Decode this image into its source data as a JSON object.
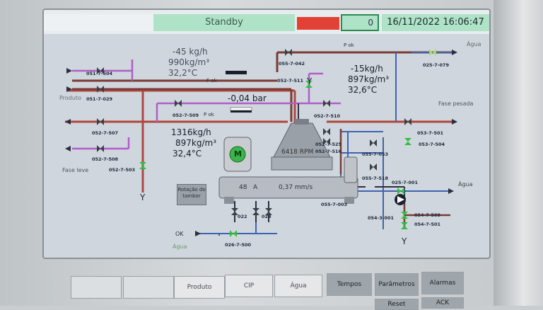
{
  "topbar": {
    "standby": "Standby",
    "alarm": "",
    "counter": "0",
    "datetime": "16/11/2022 16:06:47"
  },
  "readouts": {
    "feed_flow": "-45 kg/h",
    "feed_density": "990kg/m³",
    "feed_temp": "32,2°C",
    "pressure": "-0,04 bar",
    "light_flow": "1316kg/h",
    "light_density": "897kg/m³",
    "light_temp": "32,4°C",
    "heavy_flow": "-15kg/h",
    "heavy_density": "897kg/m³",
    "heavy_temp": "32,6°C",
    "speed": "6418 RPM",
    "motor_current_value": "48",
    "motor_current_unit": "A",
    "vibration": "0,37 mm/s"
  },
  "labels": {
    "produto": "Produto",
    "fase_pesada": "Fase pesada",
    "fase_leve": "Fase leve",
    "agua_top": "Água",
    "agua_right": "Água",
    "agua_bottom": "Água",
    "ok": "OK",
    "p_ok_1": "P ok",
    "p_ok_2": "P ok",
    "f_ok": "F ok",
    "motor": "M",
    "y": "Y"
  },
  "tags": {
    "v051_7_504": "051-7-504",
    "v051_7_029": "051-7-029",
    "v052_7_509": "052-7-509",
    "v052_7_507": "052-7-507",
    "v052_7_508": "052-7-508",
    "v052_7_503": "052-7-503",
    "v055_7_042": "055-7-042",
    "v052_7_511": "052-7-511",
    "v052_7_510": "052-7-510",
    "v025_7_079": "025-7-079",
    "v052_7_525": "052-7-525",
    "v052_7_516": "052-7-516",
    "v055_7_053": "055-7-053",
    "v055_7_518": "055-7-518",
    "v053_7_501": "053-7-501",
    "v053_7_504": "053-7-504",
    "v025_7_001": "025-7-001",
    "v055_7_003": "055-7-003",
    "v054_3_001": "054-3-001",
    "v054_7_509": "054-7-509",
    "v054_7_501": "054-7-501",
    "v026_7_500": "026-7-500",
    "t022": "022",
    "t024": "024"
  },
  "buttons": {
    "rotacao": "Rotação do tambor",
    "produto": "Produto",
    "cip": "CIP",
    "agua": "Água",
    "tempos": "Tempos",
    "parametros": "Parâmetros",
    "alarmas": "Alarmas",
    "reset": "Reset",
    "ack": "ACK"
  },
  "colors": {
    "product_line": "#b0473b",
    "heavy_line": "#8b3a2c",
    "light_line": "#b05ec8",
    "water_line": "#3e63b0",
    "valve_open": "#2fbf3a",
    "valve_closed": "#3b3f46"
  }
}
